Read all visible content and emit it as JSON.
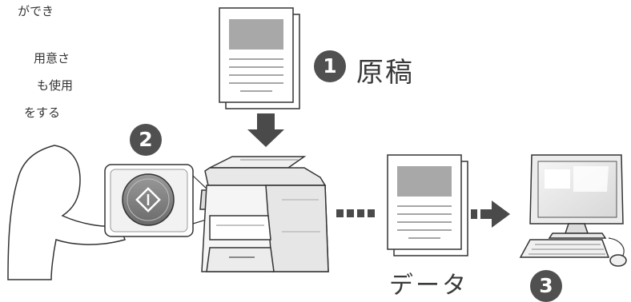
{
  "text_fragments": [
    "ができ",
    "用意さ",
    "も使用",
    "をする"
  ],
  "steps": [
    {
      "number": "1",
      "label": "原稿"
    },
    {
      "number": "2",
      "label": ""
    },
    {
      "number": "3",
      "label": ""
    }
  ],
  "data_label": "データ",
  "start_button_icon": "start-diamond-icon",
  "colors": {
    "step_badge": "#505050",
    "arrow": "#4a4a4a",
    "doc_block": "#a8a8a8",
    "outline": "#333333"
  }
}
